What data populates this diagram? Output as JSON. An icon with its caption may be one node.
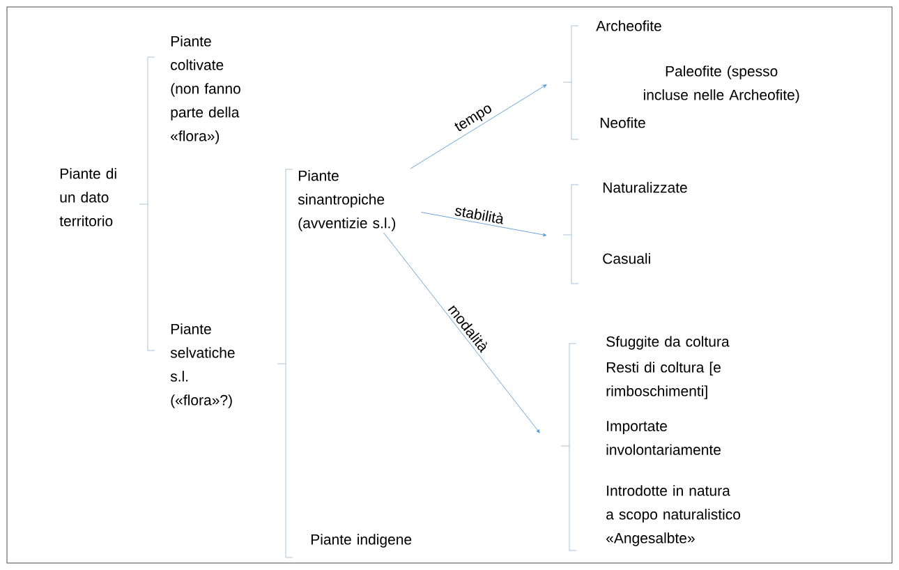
{
  "diagram": {
    "nodes": [
      {
        "text": [
          "Piante di un dato territorio"
        ]
      },
      {
        "text": [
          "Piante coltivate (non fanno parte della «flora»)"
        ]
      },
      {
        "text": [
          "Piante selvatiche s.l. («flora»?)"
        ]
      },
      {
        "text": [
          "Piante sinantropiche (avventizie s.l.)"
        ]
      },
      {
        "text": [
          "Piante indigene"
        ]
      },
      {
        "text": [
          "Archeofite"
        ]
      },
      {
        "text": [
          "Paleofite (spesso incluse nelle Archeofite)"
        ]
      },
      {
        "text": [
          "Neofite"
        ]
      },
      {
        "text": [
          "Naturalizzate"
        ]
      },
      {
        "text": [
          "Casuali"
        ]
      },
      {
        "text": [
          "Sfuggite da coltura"
        ]
      },
      {
        "text": [
          "Resti di coltura [e rimboschimenti]"
        ]
      },
      {
        "text": [
          "Importate involontariamente"
        ]
      },
      {
        "text": [
          "Introdotte in natura a scopo naturalistico «Angesalbte»"
        ]
      }
    ],
    "edges": [
      {
        "from": 3,
        "to": null,
        "arrow": "to",
        "label": "tempo"
      },
      {
        "from": 3,
        "to": null,
        "arrow": "to",
        "label": "stabilità"
      },
      {
        "from": 3,
        "to": null,
        "arrow": "to",
        "label": "modalità"
      }
    ]
  }
}
